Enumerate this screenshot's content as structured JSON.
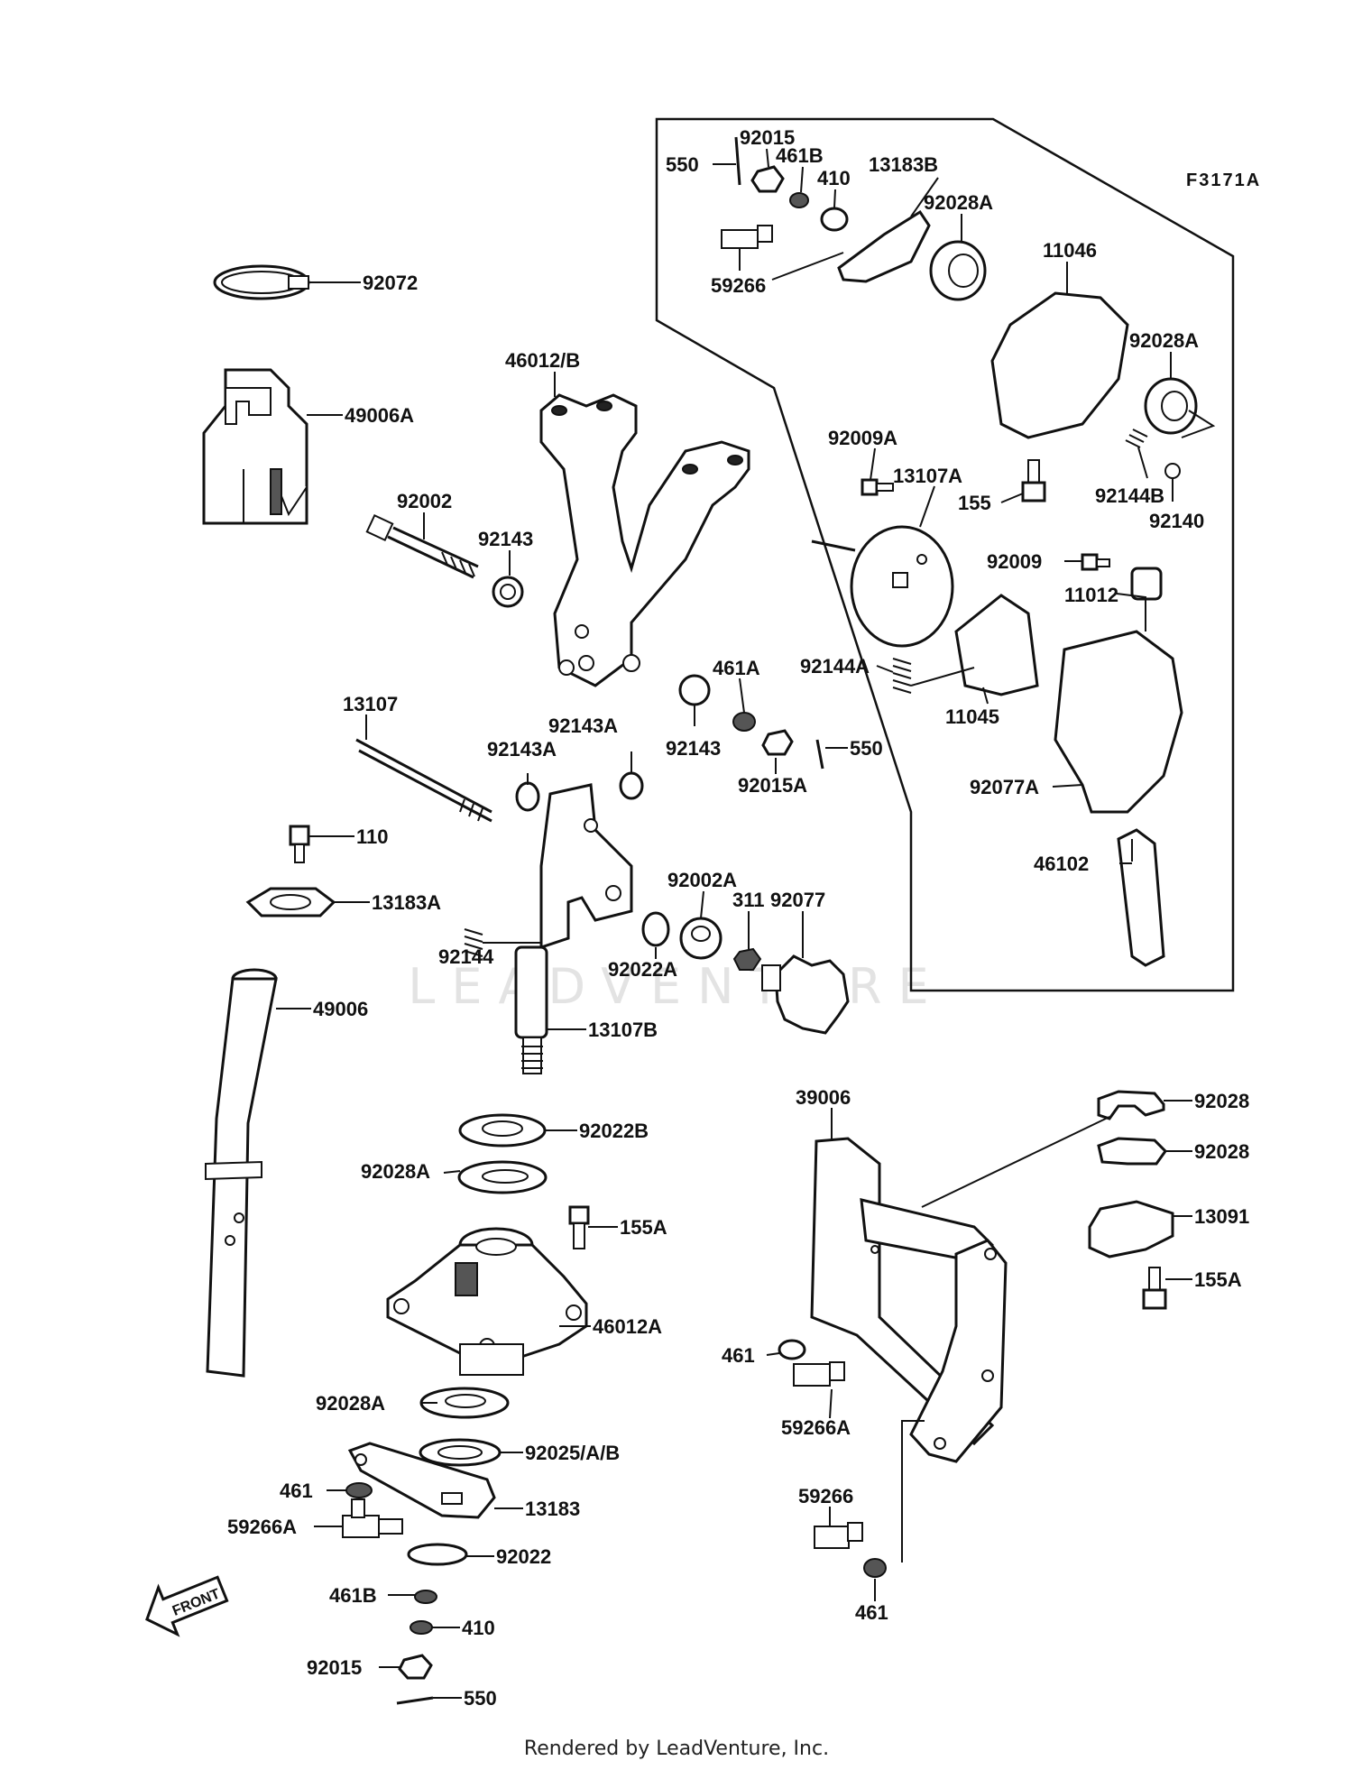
{
  "diagram_code": "F3171A",
  "watermark": "LEADVENTURE",
  "footer": "Rendered by LeadVenture, Inc.",
  "front_arrow": "FRONT",
  "labels": [
    {
      "text": "92072"
    },
    {
      "text": "49006A"
    },
    {
      "text": "46012/B"
    },
    {
      "text": "92002"
    },
    {
      "text": "92143"
    },
    {
      "text": "550"
    },
    {
      "text": "92015"
    },
    {
      "text": "461B"
    },
    {
      "text": "410"
    },
    {
      "text": "13183B"
    },
    {
      "text": "92028A"
    },
    {
      "text": "59266"
    },
    {
      "text": "11046"
    },
    {
      "text": "92028A"
    },
    {
      "text": "92009A"
    },
    {
      "text": "13107A"
    },
    {
      "text": "155"
    },
    {
      "text": "92144B"
    },
    {
      "text": "92140"
    },
    {
      "text": "92009"
    },
    {
      "text": "11012"
    },
    {
      "text": "92144A"
    },
    {
      "text": "11045"
    },
    {
      "text": "92077A"
    },
    {
      "text": "46102"
    },
    {
      "text": "461A"
    },
    {
      "text": "92143"
    },
    {
      "text": "92015A"
    },
    {
      "text": "550"
    },
    {
      "text": "13107"
    },
    {
      "text": "92143A"
    },
    {
      "text": "92143A"
    },
    {
      "text": "110"
    },
    {
      "text": "13183A"
    },
    {
      "text": "92144"
    },
    {
      "text": "92002A"
    },
    {
      "text": "311"
    },
    {
      "text": "92077"
    },
    {
      "text": "92022A"
    },
    {
      "text": "49006"
    },
    {
      "text": "13107B"
    },
    {
      "text": "92022B"
    },
    {
      "text": "92028A"
    },
    {
      "text": "155A"
    },
    {
      "text": "46012A"
    },
    {
      "text": "92028A"
    },
    {
      "text": "92025/A/B"
    },
    {
      "text": "461"
    },
    {
      "text": "13183"
    },
    {
      "text": "59266A"
    },
    {
      "text": "92022"
    },
    {
      "text": "461B"
    },
    {
      "text": "410"
    },
    {
      "text": "92015"
    },
    {
      "text": "550"
    },
    {
      "text": "39006"
    },
    {
      "text": "92028"
    },
    {
      "text": "92028"
    },
    {
      "text": "13091"
    },
    {
      "text": "155A"
    },
    {
      "text": "461"
    },
    {
      "text": "59266A"
    },
    {
      "text": "59266"
    },
    {
      "text": "461"
    }
  ]
}
